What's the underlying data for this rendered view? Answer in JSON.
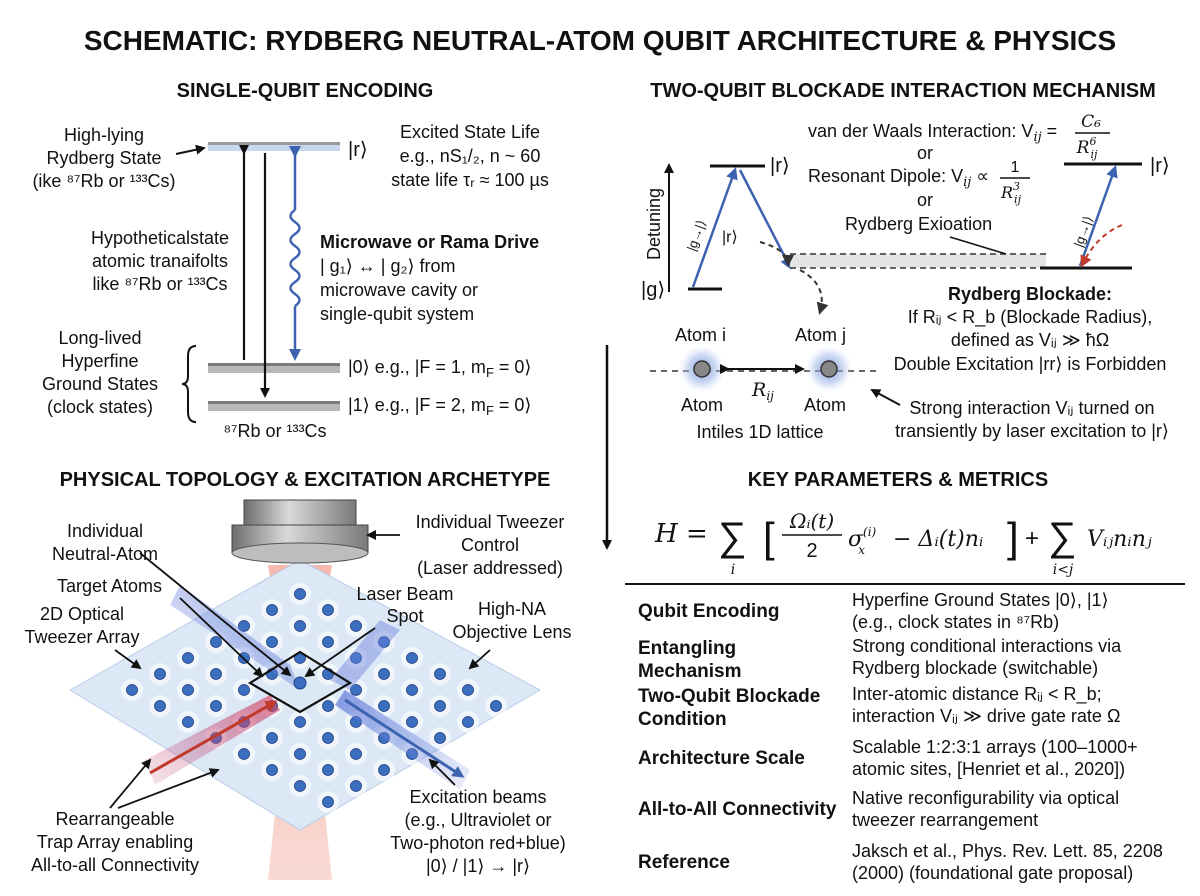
{
  "title": "SCHEMATIC: RYDBERG NEUTRAL-ATOM QUBIT ARCHITECTURE & PHYSICS",
  "sections": {
    "single": "SINGLE-QUBIT ENCODING",
    "two": "TWO-QUBIT BLOCKADE INTERACTION MECHANISM",
    "topo": "PHYSICAL TOPOLOGY & EXCITATION ARCHETYPE",
    "params": "KEY PARAMETERS & METRICS"
  },
  "single": {
    "rydberg_label": [
      "High-lying",
      "Rydberg State",
      "(ike ⁸⁷Rb or ¹³³Cs)"
    ],
    "state_r": "|r⟩",
    "excited_info": [
      "Excited State Life",
      "e.g., nS₁/₂, n ~ 60",
      "state life τᵣ ≈ 100 µs"
    ],
    "hypo_label": [
      "Hypotheticalstate",
      "atomic tranaifolts",
      "like ⁸⁷Rb or ¹³³Cs"
    ],
    "drive_title": "Microwave or Rama Drive",
    "drive_lines": [
      "| g₁⟩ ↔ | g₂⟩ from",
      "microwave cavity or",
      "single-qubit system"
    ],
    "ground_label": [
      "Long-lived",
      "Hyperfine",
      "Ground States",
      "(clock states)"
    ],
    "state_0": "|0⟩ e.g., |F = 1, m",
    "state_0_sub": "F",
    "state_0_end": " = 0⟩",
    "state_1": "|1⟩ e.g., |F = 2, m",
    "state_1_sub": "F",
    "state_1_end": " = 0⟩",
    "species": "⁸⁷Rb or ¹³³Cs"
  },
  "two": {
    "detuning": "Detuning",
    "r_left": "|r⟩",
    "g_left": "|g⟩",
    "r_mid": "|r⟩",
    "g_arrow_left": "|g→|⟩",
    "g_arrow_right": "|g→|⟩",
    "r_right": "|r⟩",
    "vdw": "van der Waals Interaction: V",
    "vdw_num": "C₆",
    "vdw_den": "R",
    "or1": "or",
    "dipole": "Resonant Dipole: V",
    "dipole_num": "1",
    "dipole_den": "R",
    "or2": "or",
    "excitation": "Rydberg Exioation",
    "blockade_title": "Rydberg Blockade:",
    "blockade_lines": [
      "If Rᵢⱼ < R_b (Blockade Radius),",
      "defined as Vᵢⱼ ≫ ħΩ",
      "Double Excitation |rr⟩ is Forbidden"
    ],
    "atom_i": "Atom i",
    "atom_j": "Atom j",
    "rij": "R",
    "atom_bottom_left": "Atom",
    "atom_bottom_right": "Atom",
    "lattice": "Intiles 1D lattice",
    "strong_lines": [
      "Strong interaction Vᵢⱼ turned on",
      "transiently by laser excitation to |r⟩"
    ]
  },
  "topo": {
    "individual": [
      "Individual",
      "Neutral-Atom"
    ],
    "target": "Target Atoms",
    "tweezer_array": [
      "2D Optical",
      "Tweezer Array"
    ],
    "tweezer_control": [
      "Individual Tweezer",
      "Control",
      "(Laser addressed)"
    ],
    "laser_spot": [
      "Laser Beam",
      "Spot"
    ],
    "objective": [
      "High-NA",
      "Objective Lens"
    ],
    "rearrange": [
      "Rearrangeable",
      "Trap Array enabling",
      "All-to-all Connectivity"
    ],
    "excitation": [
      "Excitation beams",
      "(e.g., Ultraviolet or",
      "Two-photon red+blue)",
      "|0⟩ / |1⟩ → |r⟩"
    ]
  },
  "hamiltonian": {
    "H": "H =",
    "sum1_sub": "i",
    "omega": "Ωᵢ(t)",
    "two": "2",
    "sigma": "σ",
    "sigma_sup": "(i)",
    "sigma_sub": "x",
    "minus": "− Δᵢ(t)nᵢ",
    "plus": "+",
    "sum2_sub": "i<j",
    "vij": "Vᵢⱼnᵢnⱼ"
  },
  "table": [
    {
      "key": [
        "Qubit Encoding"
      ],
      "val": [
        "Hyperfine Ground States |0⟩, |1⟩",
        "(e.g., clock states in ⁸⁷Rb)"
      ]
    },
    {
      "key": [
        "Entangling",
        "Mechanism"
      ],
      "val": [
        "Strong conditional interactions via",
        "Rydberg blockade (switchable)"
      ]
    },
    {
      "key": [
        "Two-Qubit Blockade",
        "Condition"
      ],
      "val": [
        "Inter-atomic distance Rᵢⱼ < R_b;",
        "interaction Vᵢⱼ ≫ drive gate rate Ω"
      ]
    },
    {
      "key": [
        "Architecture Scale"
      ],
      "val": [
        "Scalable 1:2:3:1 arrays (100–1000+",
        "atomic sites, [Henriet et al., 2020])"
      ]
    },
    {
      "key": [
        "All-to-All Connectivity"
      ],
      "val": [
        "Native reconfigurability via optical",
        "tweezer rearrangement"
      ]
    },
    {
      "key": [
        "Reference"
      ],
      "val": [
        "Jaksch et al., Phys. Rev. Lett. 85, 2208",
        "(2000) (foundational gate proposal)"
      ]
    }
  ],
  "colors": {
    "arrow_blue": "#3d63b0",
    "laser_red": "#e87a6a",
    "atom_blue": "#3a6fc0",
    "lens_gray": "#8c8c8c",
    "dashed_red": "#c0392b"
  }
}
